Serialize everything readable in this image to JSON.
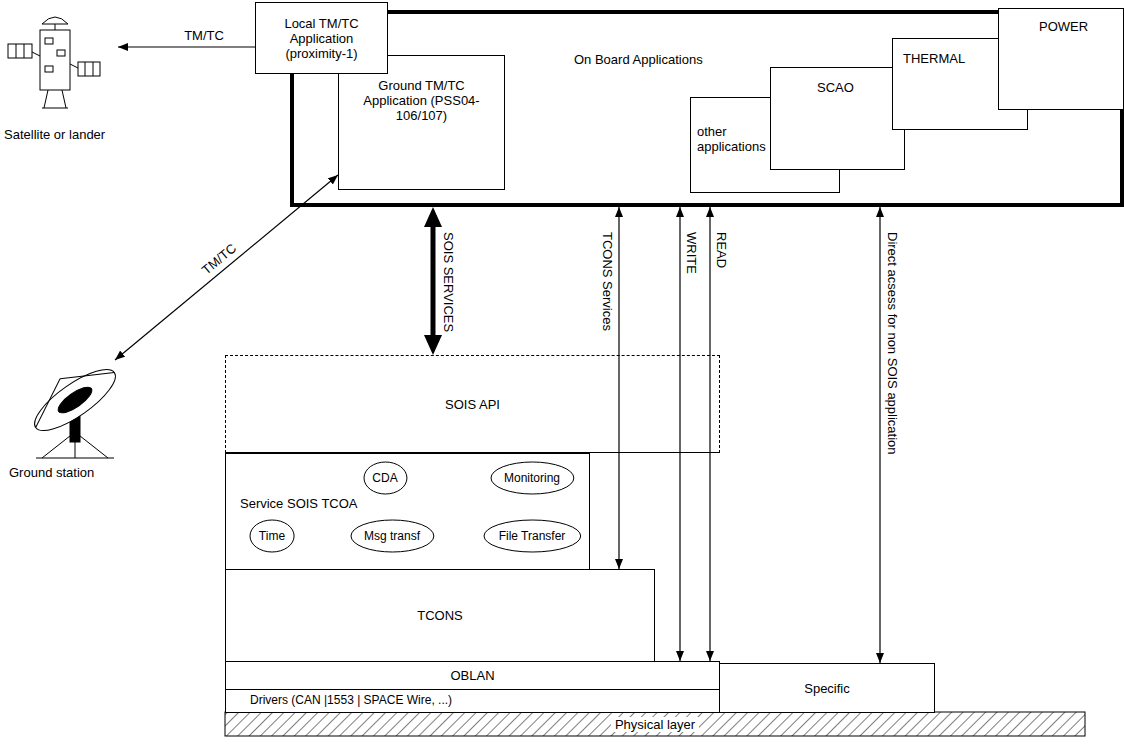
{
  "diagram": {
    "nodes": [
      {
        "text": [
          "On Board Applications"
        ]
      },
      {
        "text": [
          "Local TM/TC Application (proximity-1)"
        ],
        "in": 0
      },
      {
        "text": [
          "Ground TM/TC Application (PSS04-106/107)"
        ],
        "in": 0
      },
      {
        "text": [
          "other applications"
        ],
        "in": 0
      },
      {
        "text": [
          "SCAO"
        ],
        "in": 0
      },
      {
        "text": [
          "THERMAL"
        ],
        "in": 0
      },
      {
        "text": [
          "POWER"
        ],
        "in": 0
      },
      {
        "text": [
          "Satellite or lander"
        ]
      },
      {
        "text": [
          "Ground station"
        ]
      },
      {
        "text": [
          "SOIS API"
        ]
      },
      {
        "text": [
          "Service SOIS TCOA"
        ]
      },
      {
        "text": [
          "CDA"
        ],
        "in": 10
      },
      {
        "text": [
          "Monitoring"
        ],
        "in": 10
      },
      {
        "text": [
          "Time"
        ],
        "in": 10
      },
      {
        "text": [
          "Msg transf"
        ],
        "in": 10
      },
      {
        "text": [
          "File Transfer"
        ],
        "in": 10
      },
      {
        "text": [
          "TCONS"
        ]
      },
      {
        "text": [
          "OBLAN"
        ]
      },
      {
        "text": [
          "Drivers (CAN |1553 | SPACE Wire, ...)"
        ]
      },
      {
        "text": [
          "Specific"
        ]
      },
      {
        "text": [
          "Physical layer"
        ]
      }
    ],
    "edges": [
      {
        "from": 7,
        "to": 0,
        "arrow": "both",
        "label": "TM/TC"
      },
      {
        "from": 8,
        "to": 2,
        "arrow": "both",
        "label": "TM/TC"
      },
      {
        "from": 0,
        "to": 9,
        "arrow": "both",
        "label": "SOIS SERVICES"
      },
      {
        "from": 0,
        "to": 16,
        "arrow": "both",
        "label": "TCONS Services"
      },
      {
        "from": 0,
        "to": 17,
        "arrow": "both",
        "label": "WRITE"
      },
      {
        "from": 0,
        "to": 17,
        "arrow": "both",
        "label": "READ"
      },
      {
        "from": 0,
        "to": 19,
        "arrow": "both",
        "label": "Direct acsess for non SOIS application"
      }
    ]
  }
}
